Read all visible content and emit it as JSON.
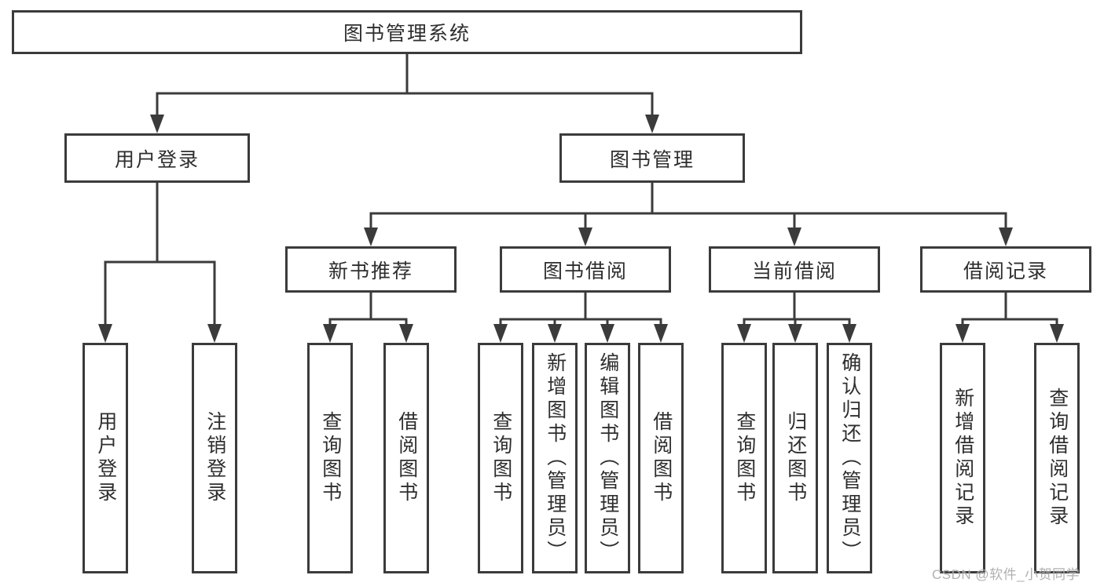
{
  "diagram": {
    "type": "hierarchy",
    "watermark": "CSDN @软件_小贺同学",
    "colors": {
      "line": "#3b3b3b",
      "box_border": "#3b3b3b",
      "box_fill": "#ffffff",
      "text": "#2e2e2e",
      "background": "#ffffff",
      "watermark": "#a3a3a3"
    }
  },
  "tree": {
    "label": "图书管理系统",
    "children": [
      {
        "label": "用户登录",
        "children": [
          {
            "label": "用户登录"
          },
          {
            "label": "注销登录"
          }
        ]
      },
      {
        "label": "图书管理",
        "children": [
          {
            "label": "新书推荐",
            "children": [
              {
                "label": "查询图书"
              },
              {
                "label": "借阅图书"
              }
            ]
          },
          {
            "label": "图书借阅",
            "children": [
              {
                "label": "查询图书"
              },
              {
                "label": "新增图书（管理员）"
              },
              {
                "label": "编辑图书（管理员）"
              },
              {
                "label": "借阅图书"
              }
            ]
          },
          {
            "label": "当前借阅",
            "children": [
              {
                "label": "查询图书"
              },
              {
                "label": "归还图书"
              },
              {
                "label": "确认归还（管理员）"
              }
            ]
          },
          {
            "label": "借阅记录",
            "children": [
              {
                "label": "新增借阅记录"
              },
              {
                "label": "查询借阅记录"
              }
            ]
          }
        ]
      }
    ]
  }
}
